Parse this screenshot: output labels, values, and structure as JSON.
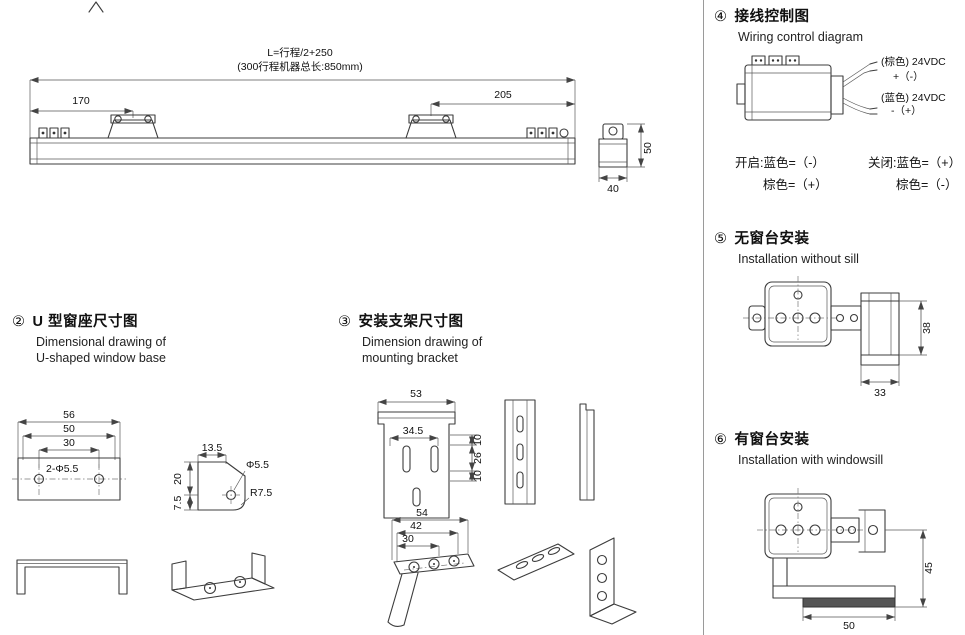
{
  "main": {
    "length_formula": "L=行程/2+250",
    "length_note": "(300行程机器总长:850mm)",
    "d170": "170",
    "d205": "205",
    "d50": "50",
    "d40": "40"
  },
  "p2": {
    "number": "②",
    "title": "U 型窗座尺寸图",
    "en1": "Dimensional drawing of",
    "en2": "U-shaped window base",
    "d56": "56",
    "d50": "50",
    "d30": "30",
    "holes": "2-Φ5.5",
    "d135": "13.5",
    "d20": "20",
    "d75": "7.5",
    "phi": "Φ5.5",
    "r75": "R7.5"
  },
  "p3": {
    "number": "③",
    "title": "安装支架尺寸图",
    "en1": "Dimension drawing of",
    "en2": "mounting bracket",
    "d53": "53",
    "d345": "34.5",
    "d10a": "10",
    "d26": "26",
    "d10b": "10",
    "d54": "54",
    "d42": "42",
    "d30": "30"
  },
  "p4": {
    "number": "④",
    "title": "接线控制图",
    "en": "Wiring control diagram",
    "brown": "(棕色) 24VDC",
    "brown_pol": "+（-）",
    "blue": "(蓝色) 24VDC",
    "blue_pol": "-（+）",
    "open_blue": "开启:蓝色=（-）",
    "open_brown": "棕色=（+）",
    "close_blue": "关闭:蓝色=（+）",
    "close_brown": "棕色=（-）"
  },
  "p5": {
    "number": "⑤",
    "title": "无窗台安装",
    "en": "Installation without sill",
    "d38": "38",
    "d33": "33"
  },
  "p6": {
    "number": "⑥",
    "title": "有窗台安装",
    "en": "Installation with windowsill",
    "d45": "45",
    "d50": "50"
  }
}
